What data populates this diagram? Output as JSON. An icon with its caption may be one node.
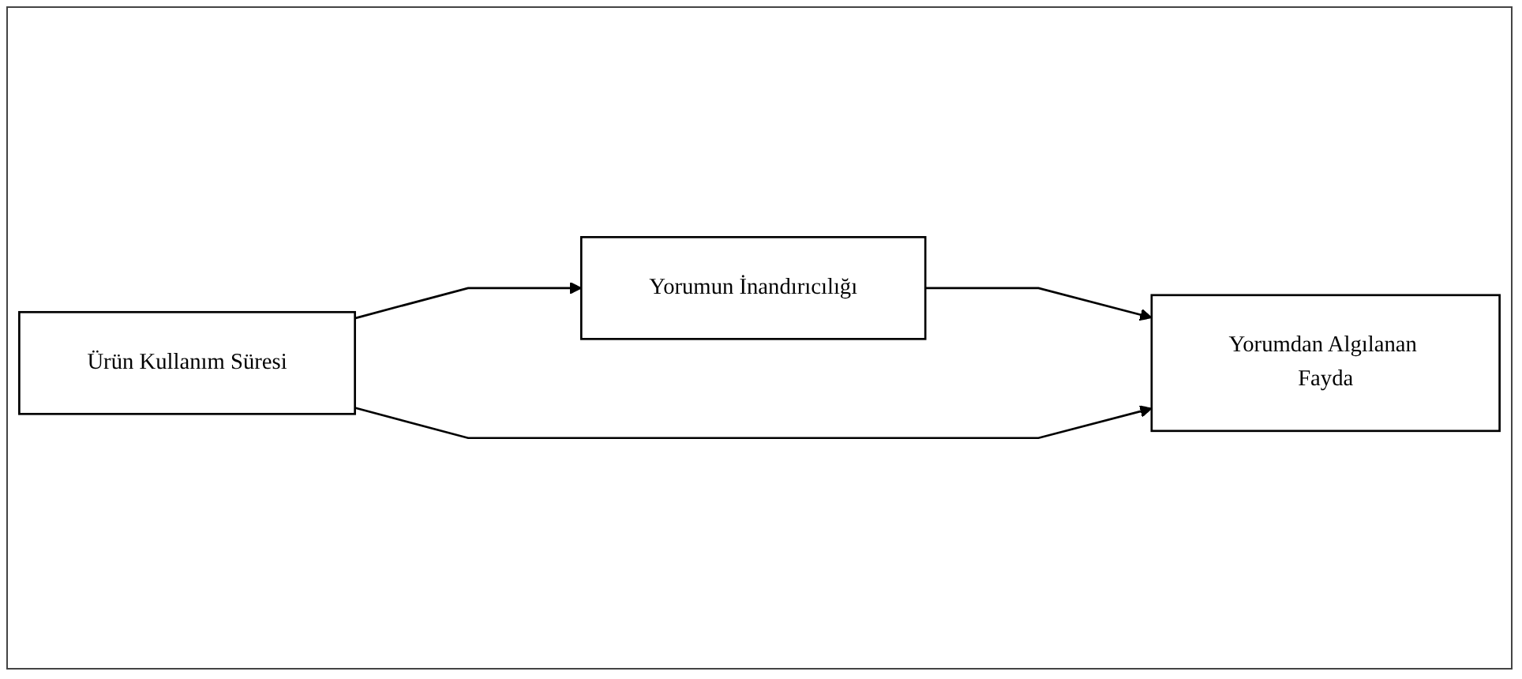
{
  "diagram": {
    "nodes": [
      {
        "text": [
          "Yorumun İnandırıcılığı"
        ]
      },
      {
        "text": [
          "Ürün Kullanım Süresi"
        ]
      },
      {
        "text": [
          "Yorumdan Algılanan Fayda"
        ]
      }
    ],
    "edges": [
      {
        "from": 1,
        "to": 0,
        "arrow": "to"
      },
      {
        "from": 0,
        "to": 2,
        "arrow": "to"
      },
      {
        "from": 1,
        "to": 2,
        "arrow": "to"
      }
    ]
  }
}
